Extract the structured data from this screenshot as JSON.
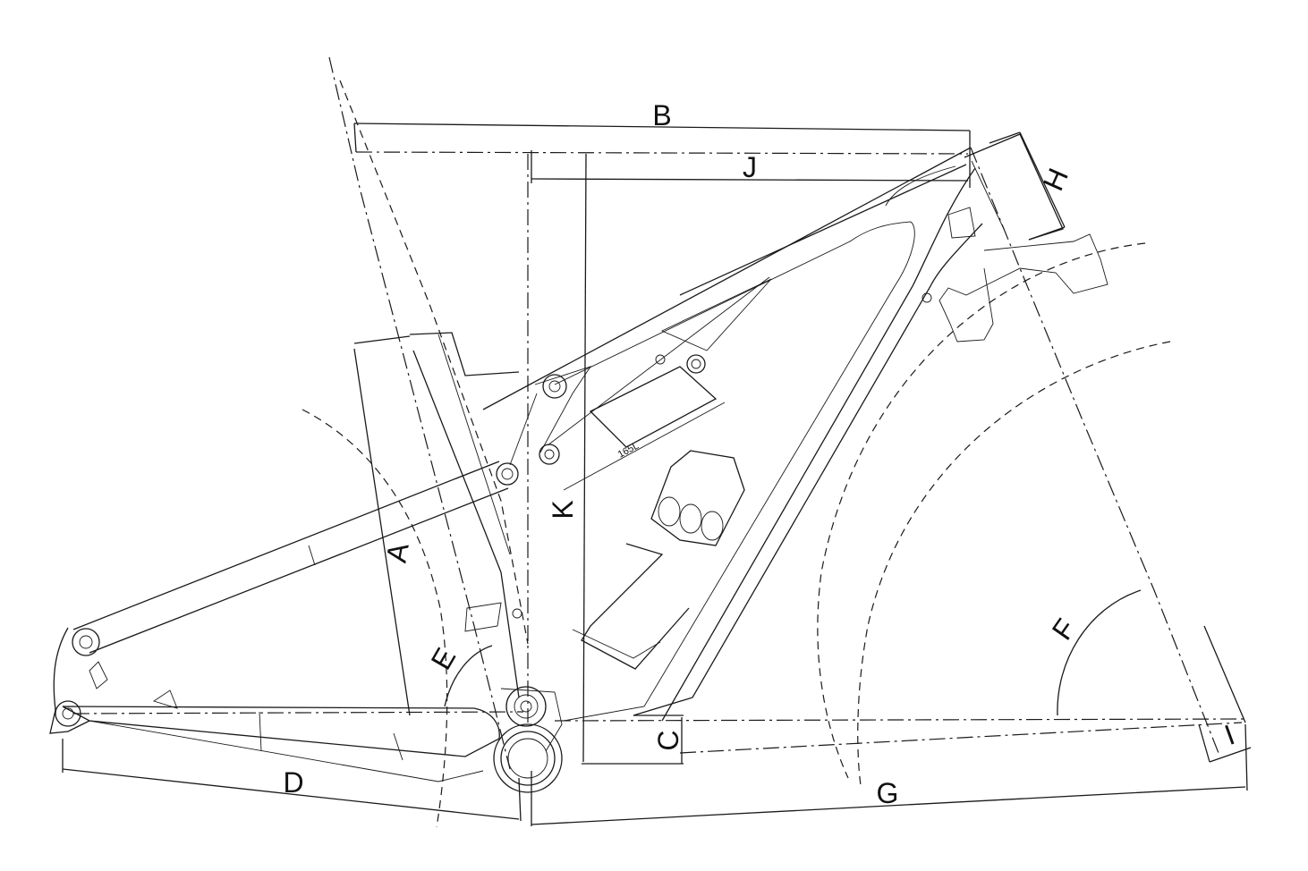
{
  "labels": {
    "A": "A",
    "B": "B",
    "C": "C",
    "D": "D",
    "E": "E",
    "F": "F",
    "G": "G",
    "H": "H",
    "I": "I",
    "J": "J",
    "K": "K"
  },
  "shock_label": "165L",
  "colors": {
    "line": "#1a1a1a",
    "background": "#ffffff"
  }
}
